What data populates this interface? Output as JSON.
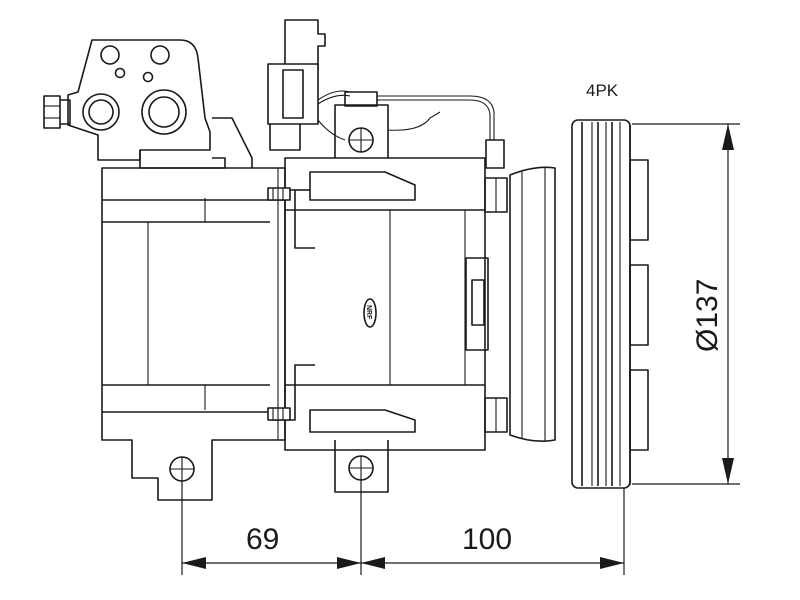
{
  "diagram": {
    "pulley_label": "4PK",
    "diameter_label": "Ø137",
    "dim_left_label": "69",
    "dim_right_label": "100",
    "logo_label": "NRF"
  }
}
